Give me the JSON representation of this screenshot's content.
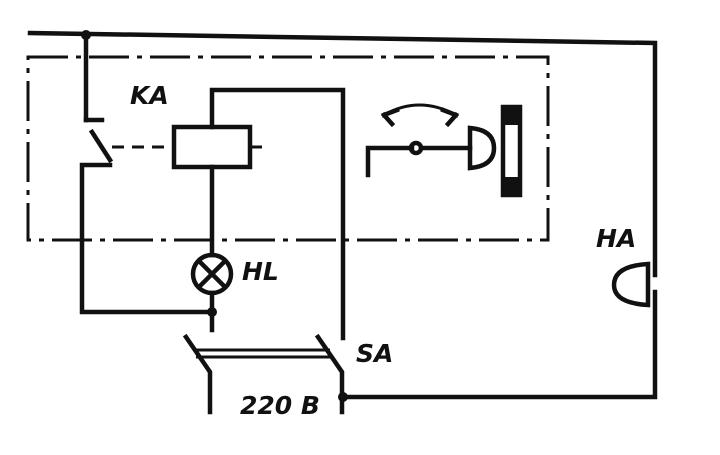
{
  "diagram": {
    "labels": {
      "relay": "KA",
      "lamp": "HL",
      "bell": "HA",
      "switch": "SA",
      "voltage": "220 B"
    },
    "colors": {
      "ink": "#111111",
      "paper": "#ffffff"
    }
  }
}
